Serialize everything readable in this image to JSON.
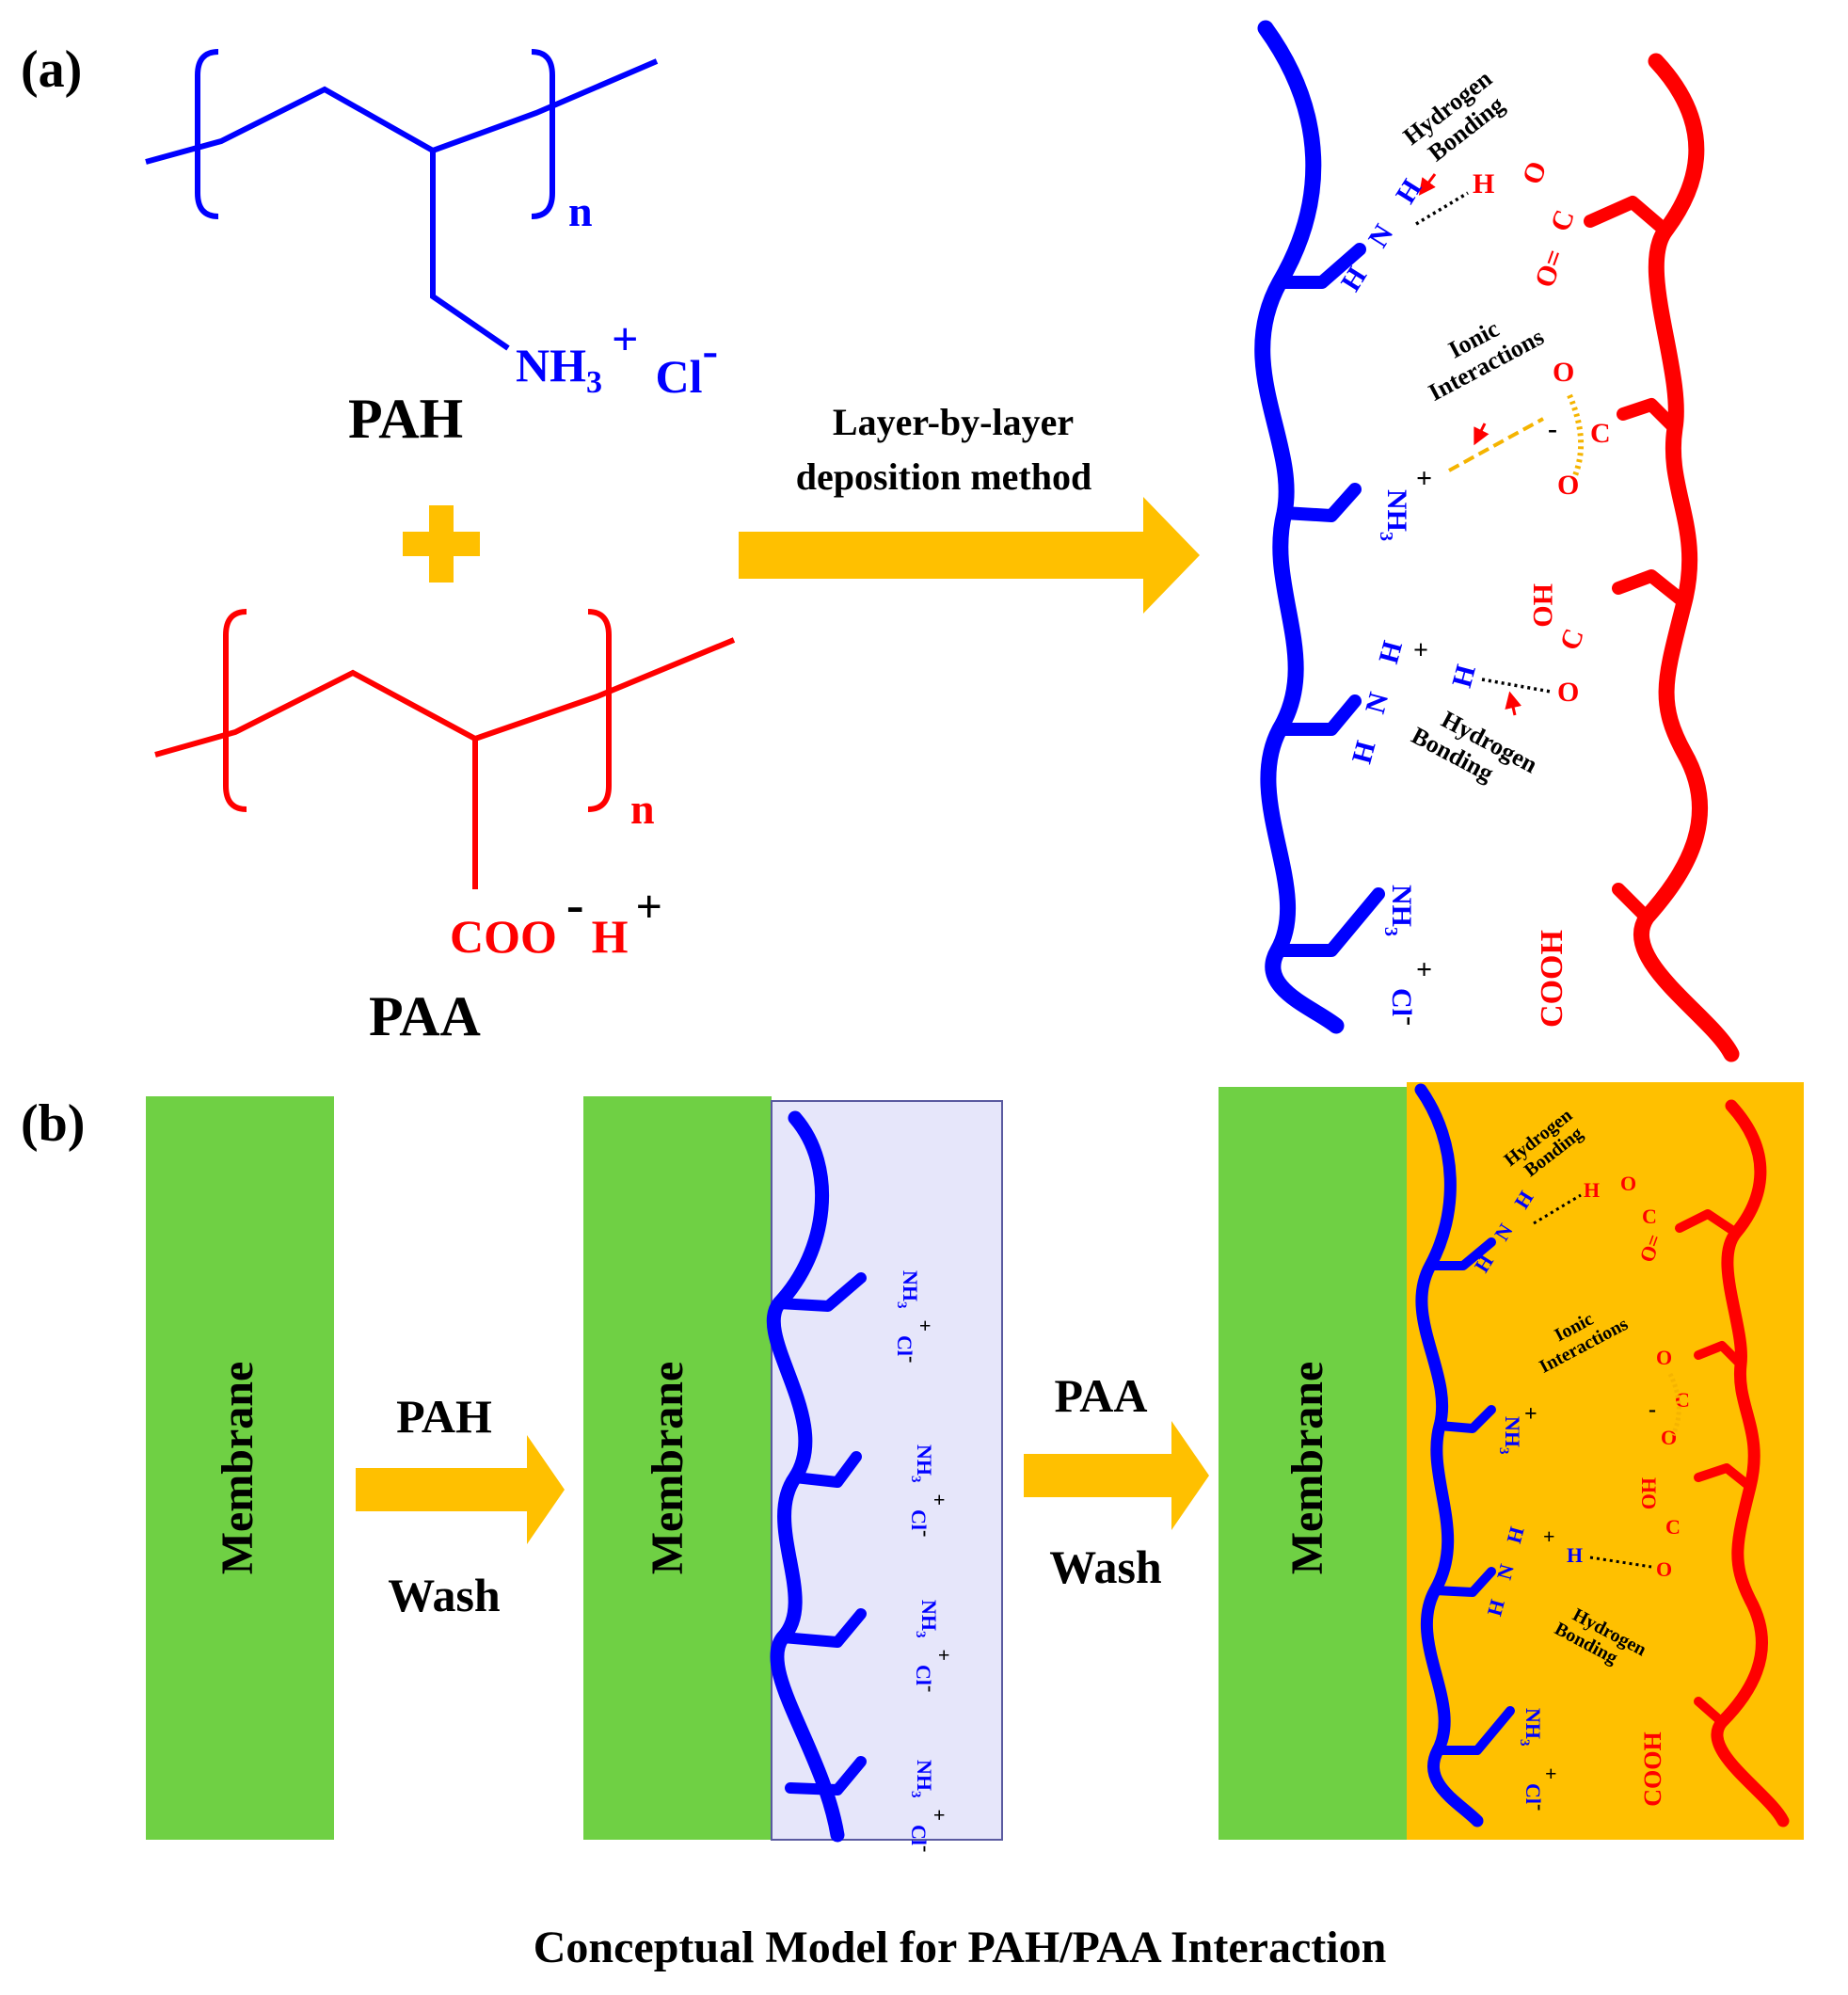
{
  "panel_a": {
    "label": "(a)",
    "pah": {
      "name": "PAH",
      "repeat": "n",
      "side_group": "NH",
      "subscript": "3",
      "charge": "+",
      "counterion": "Cl",
      "counter_charge": "-"
    },
    "plus_sign_color": "#FFC000",
    "paa": {
      "name": "PAA",
      "repeat": "n",
      "side_group": "COO",
      "charge": "-",
      "counterion": "H",
      "counter_charge": "+"
    },
    "arrow_label_line1": "Layer-by-layer",
    "arrow_label_line2": "deposition method",
    "interaction": {
      "hydrogen_bonding_1": [
        "Hydrogen",
        "Bonding"
      ],
      "ionic": [
        "Ionic",
        "Interactions"
      ],
      "hydrogen_bonding_2": [
        "Hydrogen",
        "Bonding"
      ],
      "h": "H",
      "n": "N",
      "o": "O",
      "c": "C",
      "o_eq": "O=",
      "ho": "HO",
      "nh3": "NH",
      "sub3": "3",
      "plus": "+",
      "minus": "-",
      "cl": "Cl",
      "cooh": "COOH"
    }
  },
  "panel_b": {
    "label": "(b)",
    "membrane": "Membrane",
    "step1_top": "PAH",
    "step1_bottom": "Wash",
    "step2_top": "PAA",
    "step2_bottom": "Wash",
    "nh3": "NH",
    "sub3": "3",
    "plus": "+",
    "cl": "Cl",
    "minus": "-"
  },
  "caption": "Conceptual Model for PAH/PAA Interaction",
  "colors": {
    "pah_blue": "#0000FF",
    "paa_red": "#FF0000",
    "arrow_gold": "#FFC000",
    "membrane_green": "#6FD044",
    "pah_layer_bg": "#E6E6FA",
    "combined_layer_bg": "#FFC000",
    "ionic_dash": "#F5B400",
    "hbond_dot": "#000000"
  }
}
